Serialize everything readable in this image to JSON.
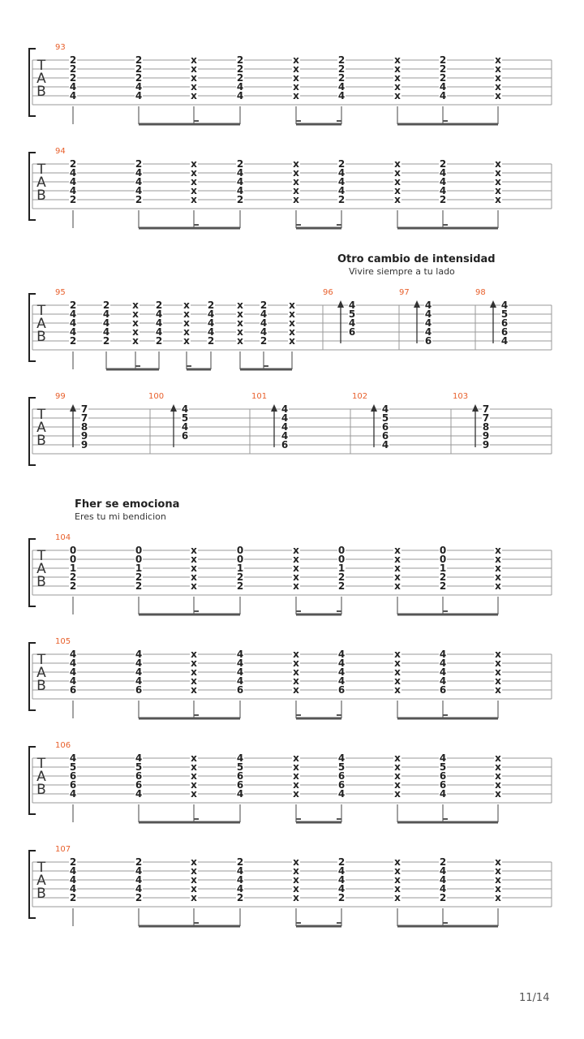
{
  "page_number": "11/14",
  "tab_clef": [
    "T",
    "A",
    "B"
  ],
  "sections": [
    {
      "index": 2,
      "title": "Otro cambio de intensidad",
      "lyric": "Vivire siempre a tu lado"
    },
    {
      "index": 4,
      "title": "Fher se emociona",
      "lyric": "Eres tu mi bendicion"
    }
  ],
  "systems": [
    {
      "measures": [
        {
          "number": "93",
          "chords": [
            [
              "2",
              "2",
              "2",
              "4",
              "4"
            ],
            [
              "2",
              "2",
              "2",
              "4",
              "4"
            ],
            [
              "x",
              "x",
              "x",
              "x",
              "x"
            ],
            [
              "2",
              "2",
              "2",
              "4",
              "4"
            ],
            [
              "x",
              "x",
              "x",
              "x",
              "x"
            ],
            [
              "2",
              "2",
              "2",
              "4",
              "4"
            ],
            [
              "x",
              "x",
              "x",
              "x",
              "x"
            ],
            [
              "2",
              "2",
              "2",
              "4",
              "4"
            ],
            [
              "x",
              "x",
              "x",
              "x",
              "x"
            ]
          ]
        }
      ]
    },
    {
      "measures": [
        {
          "number": "94",
          "chords": [
            [
              "2",
              "4",
              "4",
              "4",
              "2"
            ],
            [
              "2",
              "4",
              "4",
              "4",
              "2"
            ],
            [
              "x",
              "x",
              "x",
              "x",
              "x"
            ],
            [
              "2",
              "4",
              "4",
              "4",
              "2"
            ],
            [
              "x",
              "x",
              "x",
              "x",
              "x"
            ],
            [
              "2",
              "4",
              "4",
              "4",
              "2"
            ],
            [
              "x",
              "x",
              "x",
              "x",
              "x"
            ],
            [
              "2",
              "4",
              "4",
              "4",
              "2"
            ],
            [
              "x",
              "x",
              "x",
              "x",
              "x"
            ]
          ]
        }
      ]
    },
    {
      "measures": [
        {
          "number": "95",
          "chords": [
            [
              "2",
              "4",
              "4",
              "4",
              "2"
            ],
            [
              "2",
              "4",
              "4",
              "4",
              "2"
            ],
            [
              "x",
              "x",
              "x",
              "x",
              "x"
            ],
            [
              "2",
              "4",
              "4",
              "4",
              "2"
            ],
            [
              "x",
              "x",
              "x",
              "x",
              "x"
            ],
            [
              "2",
              "4",
              "4",
              "4",
              "2"
            ],
            [
              "x",
              "x",
              "x",
              "x",
              "x"
            ],
            [
              "2",
              "4",
              "4",
              "4",
              "2"
            ],
            [
              "x",
              "x",
              "x",
              "x",
              "x"
            ]
          ]
        },
        {
          "number": "96",
          "chords": [
            [
              "4",
              "5",
              "4",
              "6"
            ]
          ]
        },
        {
          "number": "97",
          "chords": [
            [
              "4",
              "4",
              "4",
              "4",
              "6"
            ]
          ]
        },
        {
          "number": "98",
          "chords": [
            [
              "4",
              "5",
              "6",
              "6",
              "4"
            ]
          ]
        }
      ]
    },
    {
      "measures": [
        {
          "number": "99",
          "chords": [
            [
              "7",
              "7",
              "8",
              "9",
              "9"
            ]
          ]
        },
        {
          "number": "100",
          "chords": [
            [
              "4",
              "5",
              "4",
              "6"
            ]
          ]
        },
        {
          "number": "101",
          "chords": [
            [
              "4",
              "4",
              "4",
              "4",
              "6"
            ]
          ]
        },
        {
          "number": "102",
          "chords": [
            [
              "4",
              "5",
              "6",
              "6",
              "4"
            ]
          ]
        },
        {
          "number": "103",
          "chords": [
            [
              "7",
              "7",
              "8",
              "9",
              "9"
            ]
          ]
        }
      ]
    },
    {
      "measures": [
        {
          "number": "104",
          "chords": [
            [
              "0",
              "0",
              "1",
              "2",
              "2"
            ],
            [
              "0",
              "0",
              "1",
              "2",
              "2"
            ],
            [
              "x",
              "x",
              "x",
              "x",
              "x"
            ],
            [
              "0",
              "0",
              "1",
              "2",
              "2"
            ],
            [
              "x",
              "x",
              "x",
              "x",
              "x"
            ],
            [
              "0",
              "0",
              "1",
              "2",
              "2"
            ],
            [
              "x",
              "x",
              "x",
              "x",
              "x"
            ],
            [
              "0",
              "0",
              "1",
              "2",
              "2"
            ],
            [
              "x",
              "x",
              "x",
              "x",
              "x"
            ]
          ]
        }
      ]
    },
    {
      "measures": [
        {
          "number": "105",
          "chords": [
            [
              "4",
              "4",
              "4",
              "4",
              "6"
            ],
            [
              "4",
              "4",
              "4",
              "4",
              "6"
            ],
            [
              "x",
              "x",
              "x",
              "x",
              "x"
            ],
            [
              "4",
              "4",
              "4",
              "4",
              "6"
            ],
            [
              "x",
              "x",
              "x",
              "x",
              "x"
            ],
            [
              "4",
              "4",
              "4",
              "4",
              "6"
            ],
            [
              "x",
              "x",
              "x",
              "x",
              "x"
            ],
            [
              "4",
              "4",
              "4",
              "4",
              "6"
            ],
            [
              "x",
              "x",
              "x",
              "x",
              "x"
            ]
          ]
        }
      ]
    },
    {
      "measures": [
        {
          "number": "106",
          "chords": [
            [
              "4",
              "5",
              "6",
              "6",
              "4"
            ],
            [
              "4",
              "5",
              "6",
              "6",
              "4"
            ],
            [
              "x",
              "x",
              "x",
              "x",
              "x"
            ],
            [
              "4",
              "5",
              "6",
              "6",
              "4"
            ],
            [
              "x",
              "x",
              "x",
              "x",
              "x"
            ],
            [
              "4",
              "5",
              "6",
              "6",
              "4"
            ],
            [
              "x",
              "x",
              "x",
              "x",
              "x"
            ],
            [
              "4",
              "5",
              "6",
              "6",
              "4"
            ],
            [
              "x",
              "x",
              "x",
              "x",
              "x"
            ]
          ]
        }
      ]
    },
    {
      "measures": [
        {
          "number": "107",
          "chords": [
            [
              "2",
              "4",
              "4",
              "4",
              "2"
            ],
            [
              "2",
              "4",
              "4",
              "4",
              "2"
            ],
            [
              "x",
              "x",
              "x",
              "x",
              "x"
            ],
            [
              "2",
              "4",
              "4",
              "4",
              "2"
            ],
            [
              "x",
              "x",
              "x",
              "x",
              "x"
            ],
            [
              "2",
              "4",
              "4",
              "4",
              "2"
            ],
            [
              "x",
              "x",
              "x",
              "x",
              "x"
            ],
            [
              "2",
              "4",
              "4",
              "4",
              "2"
            ],
            [
              "x",
              "x",
              "x",
              "x",
              "x"
            ]
          ]
        }
      ]
    }
  ],
  "colors": {
    "measure_number": "#e8602c",
    "staff_line": "#999999",
    "note": "#222222",
    "beam": "#555555"
  }
}
